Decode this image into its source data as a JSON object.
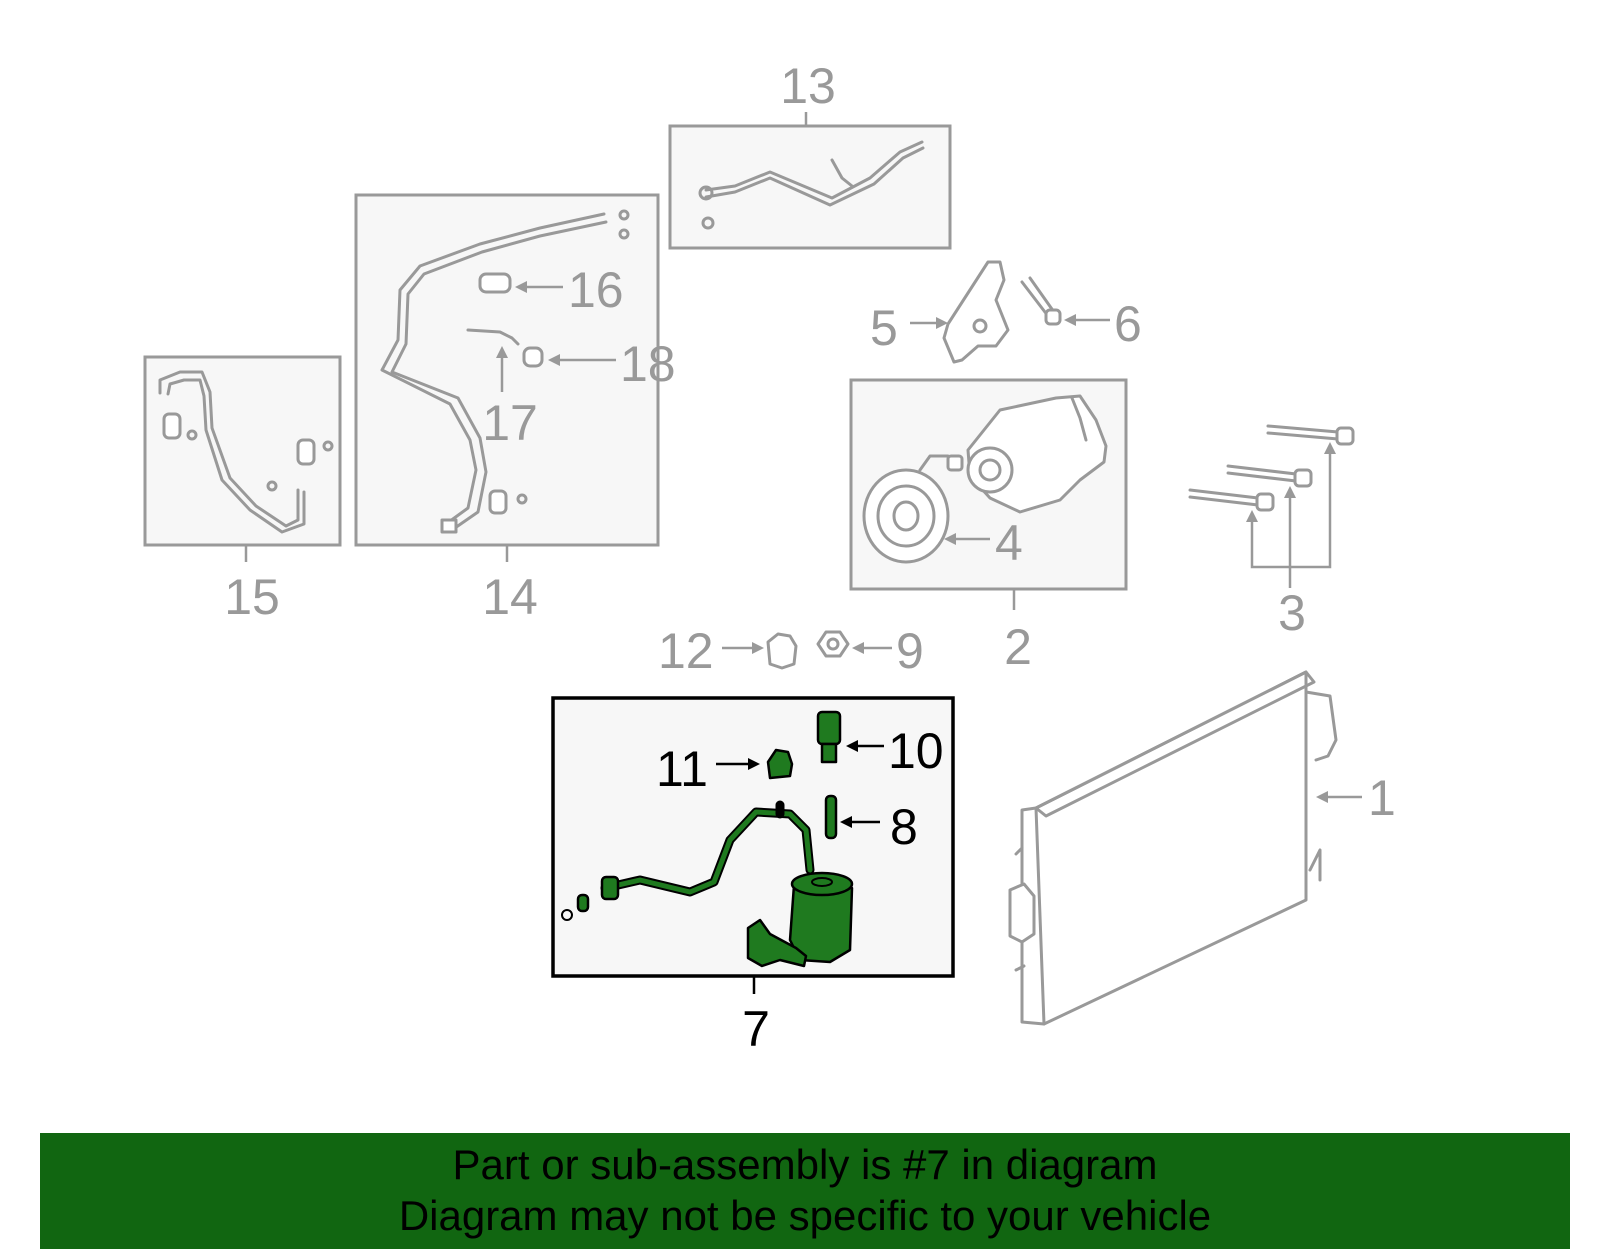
{
  "callouts": {
    "c1": "1",
    "c2": "2",
    "c3": "3",
    "c4": "4",
    "c5": "5",
    "c6": "6",
    "c7": "7",
    "c8": "8",
    "c9": "9",
    "c10": "10",
    "c11": "11",
    "c12": "12",
    "c13": "13",
    "c14": "14",
    "c15": "15",
    "c16": "16",
    "c17": "17",
    "c18": "18"
  },
  "banner": {
    "line1": "Part or sub-assembly is #7 in diagram",
    "line2": "Diagram may not be specific to your vehicle"
  },
  "colors": {
    "highlight": "#1f7a1f",
    "banner": "#116611",
    "part_line": "#999999"
  }
}
